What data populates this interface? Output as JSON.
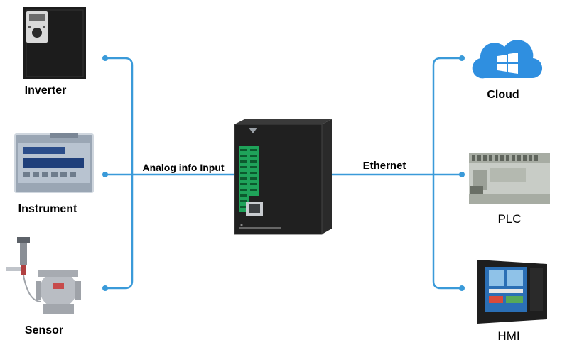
{
  "left_devices": [
    {
      "label": "Inverter",
      "icon": "inverter-icon"
    },
    {
      "label": "Instrument",
      "icon": "instrument-icon"
    },
    {
      "label": "Sensor",
      "icon": "sensor-valve-icon"
    }
  ],
  "right_devices": [
    {
      "label": "Cloud",
      "icon": "cloud-windows-icon"
    },
    {
      "label": "PLC",
      "icon": "plc-icon"
    },
    {
      "label": "HMI",
      "icon": "hmi-panel-icon"
    }
  ],
  "links": {
    "left_label": "Analog info Input",
    "right_label": "Ethernet"
  },
  "center_device": {
    "icon": "ethernet-io-module-icon"
  },
  "colors": {
    "line": "#3a9ad9",
    "cloud": "#2f8fe0",
    "device_dark": "#1c1c1c",
    "terminal_green": "#1fa35a"
  }
}
